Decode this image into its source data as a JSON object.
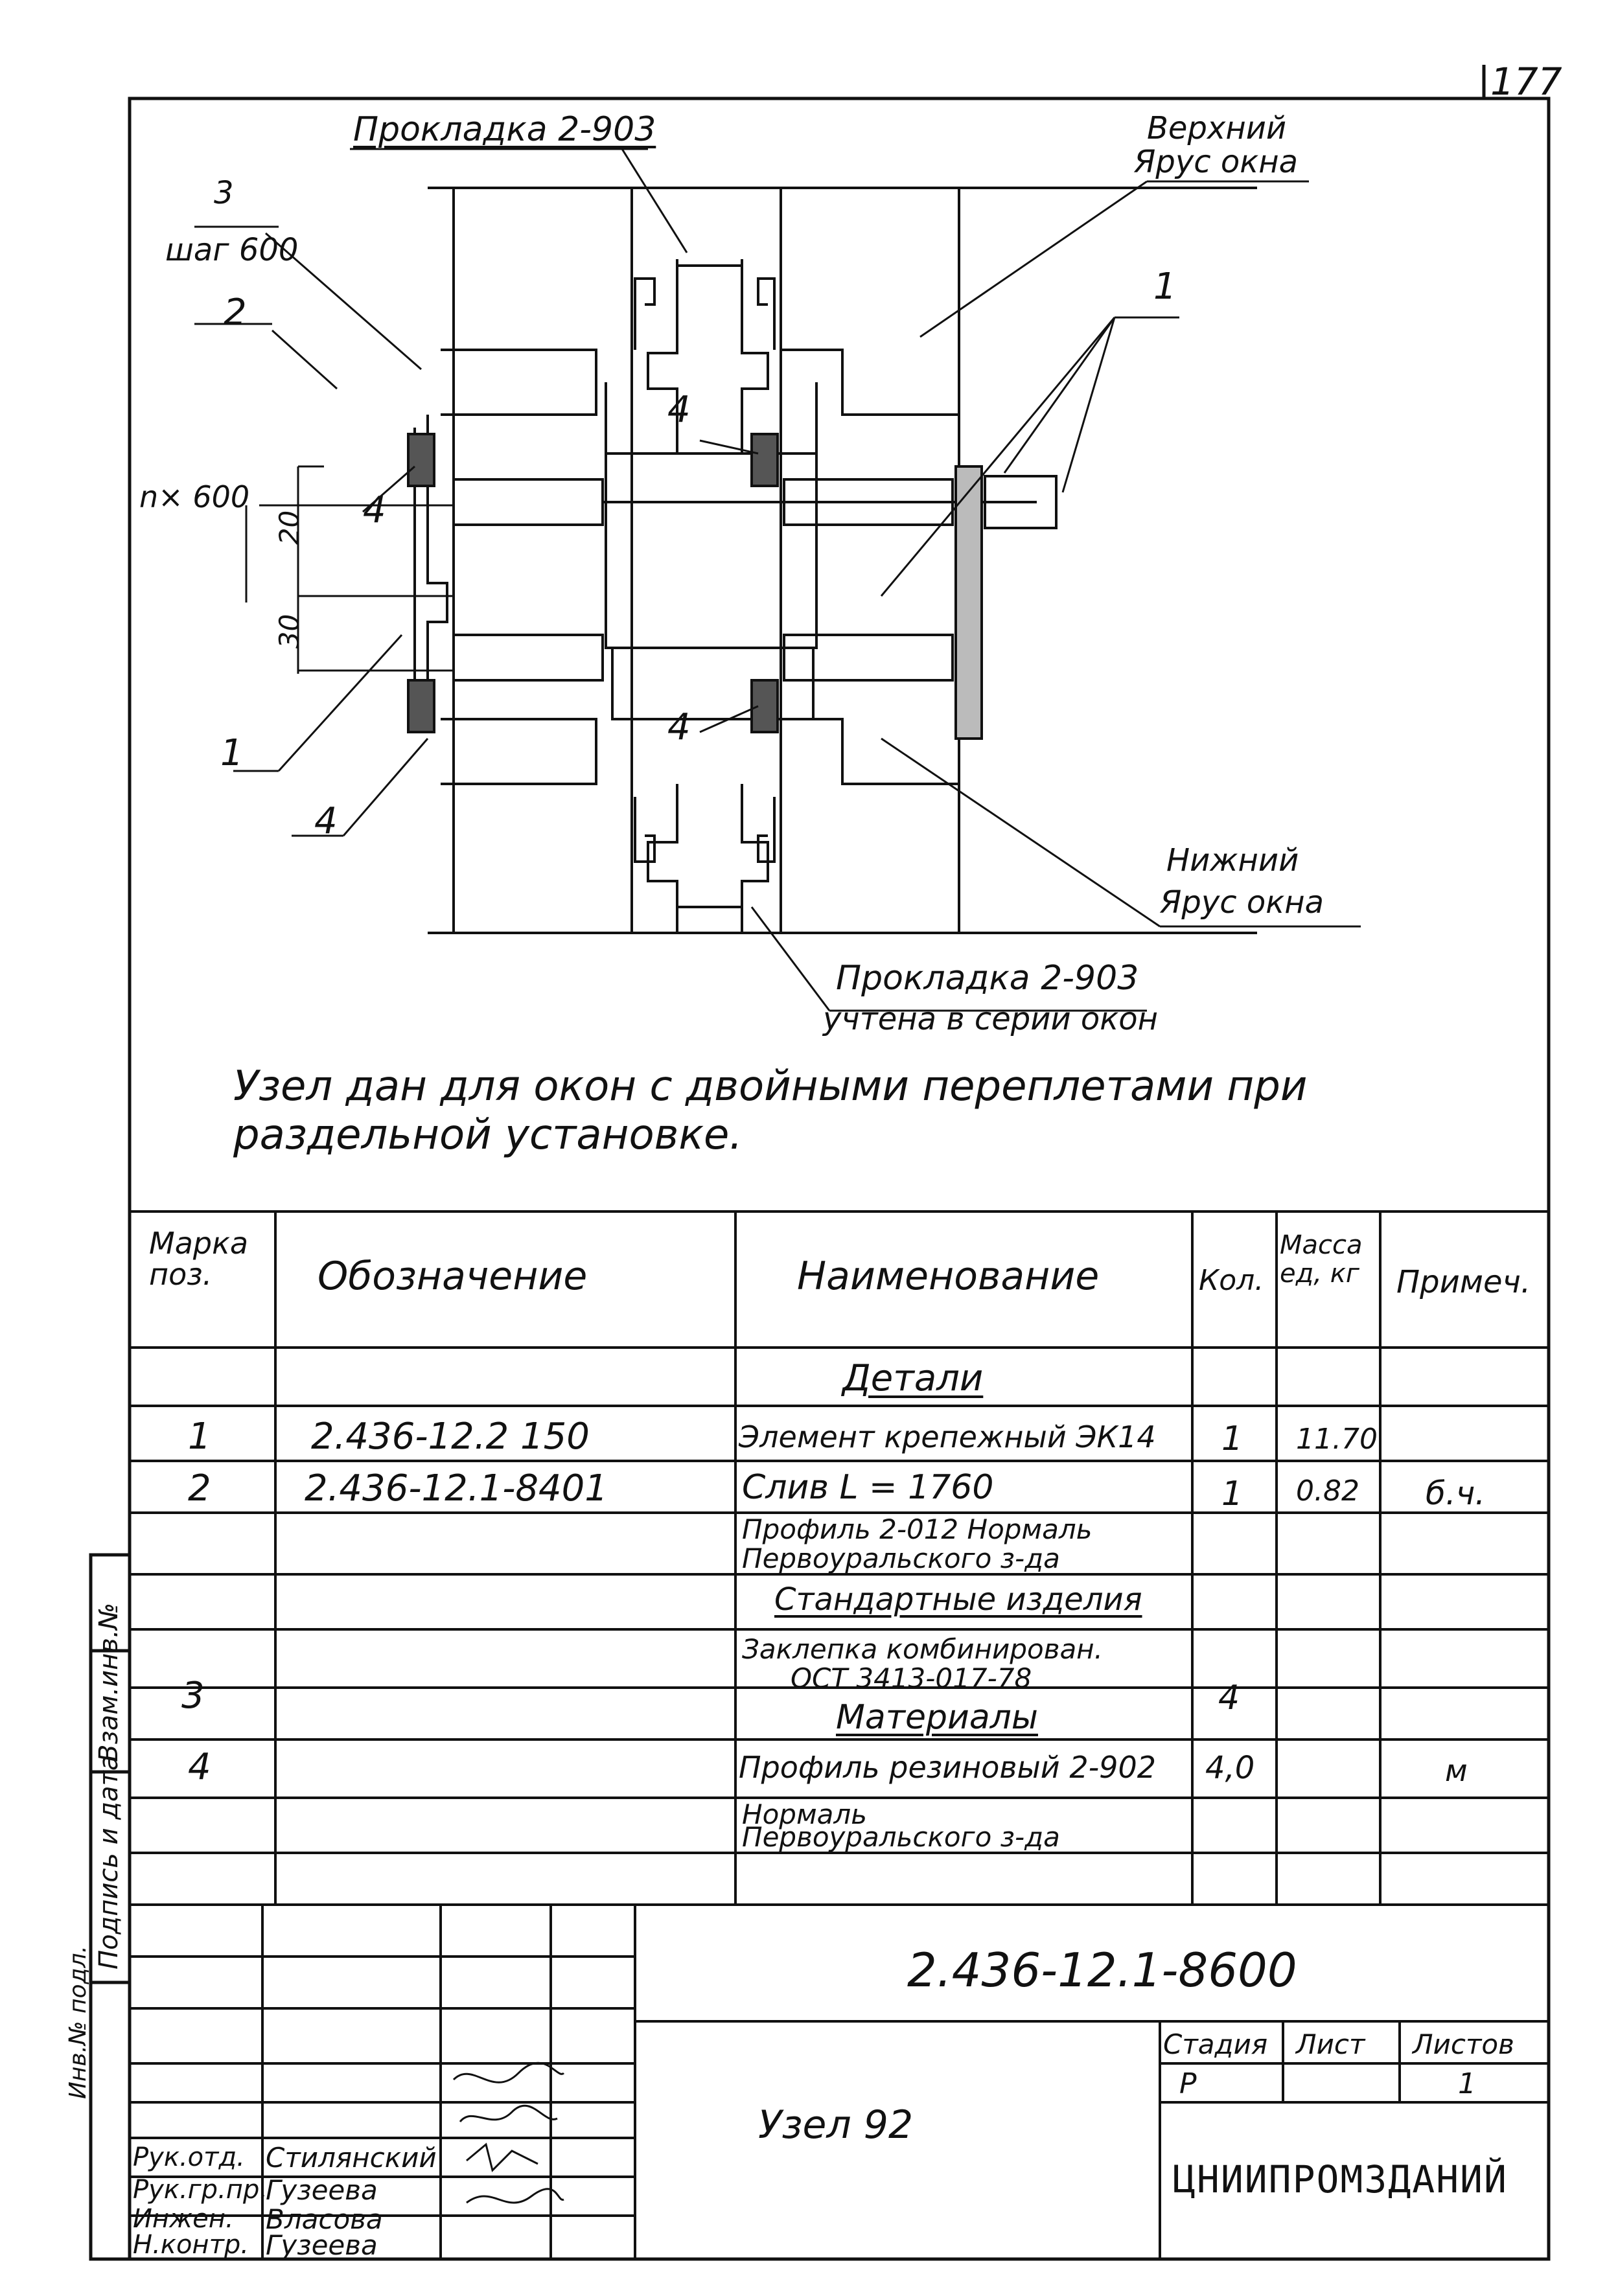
{
  "sheet_number": "177",
  "drawing": {
    "callout_top_liner": "Прокладка 2-903",
    "callout_upper_tier_1": "Верхний",
    "callout_upper_tier_2": "Ярус окна",
    "callout_pos3_num": "3",
    "callout_pos3_pitch": "шаг 600",
    "callout_pos2": "2",
    "callout_pos1_right": "1",
    "callout_pos4_a": "4",
    "callout_pos4_b": "4",
    "callout_pos4_c": "4",
    "callout_pos4_d": "4",
    "callout_pos1_left": "1",
    "callout_nx600": "n× 600",
    "dim_20": "20",
    "dim_30": "30",
    "callout_lower_tier_1": "Нижний",
    "callout_lower_tier_2": "Ярус окна",
    "callout_bottom_liner_1": "Прокладка 2-903",
    "callout_bottom_liner_2": "учтена в серии окон",
    "note_line_1": "Узел дан для окон с двойными переплетами при",
    "note_line_2": "раздельной установке."
  },
  "spec_table": {
    "headers": {
      "mark": "Марка поз.",
      "designation": "Обозначение",
      "name": "Наименование",
      "qty": "Кол.",
      "mass": "Масса ед, кг",
      "note": "Примеч."
    },
    "section_details": "Детали",
    "section_standard": "Стандартные изделия",
    "section_materials": "Материалы",
    "rows": [
      {
        "mark": "1",
        "designation": "2.436-12.2 150",
        "name": "Элемент крепежный ЭК14",
        "qty": "1",
        "mass": "11.70",
        "note": ""
      },
      {
        "mark": "2",
        "designation": "2.436-12.1-8401",
        "name": "Слив L = 1760",
        "qty": "1",
        "mass": "0.82",
        "note": "б.ч."
      },
      {
        "mark": "",
        "designation": "",
        "name_1": "Профиль 2-012 Нормаль",
        "name_2": "Первоуральского з-да"
      },
      {
        "mark": "3",
        "designation": "",
        "name_1": "Заклепка комбинирован.",
        "name_2": "ОСТ 3413-017-78",
        "qty": "4",
        "mass": "",
        "note": ""
      },
      {
        "mark": "4",
        "designation": "",
        "name": "Профиль резиновый 2-902",
        "qty": "4,0",
        "mass": "",
        "note": "м"
      },
      {
        "mark": "",
        "designation": "",
        "name_1": "Нормаль",
        "name_2": "Первоуральского з-да"
      }
    ]
  },
  "title_block": {
    "document_code": "2.436-12.1-8600",
    "node_title": "Узел 92",
    "stage_label": "Стадия",
    "sheet_label": "Лист",
    "sheets_label": "Листов",
    "stage_value": "Р",
    "sheet_value": "",
    "sheets_value": "1",
    "organization": "ЦНИИПРОМЗДАНИЙ",
    "signatures": [
      {
        "role": "Рук.отд.",
        "name": "Стилянский"
      },
      {
        "role": "Рук.гр.пр.",
        "name": "Гузеева"
      },
      {
        "role": "Инжен.",
        "name": "Власова"
      },
      {
        "role": "Н.контр.",
        "name": "Гузеева"
      }
    ]
  },
  "side_stamp": {
    "inv_orig": "Инв.№ подл.",
    "sign_date": "Подпись и дата",
    "replace_inv": "Взам.инв.№"
  }
}
